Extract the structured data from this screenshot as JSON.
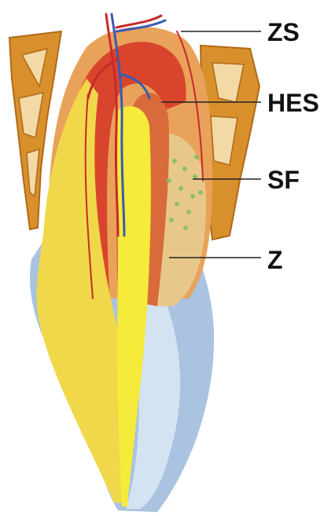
{
  "labels": [
    {
      "id": "zs",
      "text": "ZS"
    },
    {
      "id": "hes",
      "text": "HES"
    },
    {
      "id": "sf",
      "text": "SF"
    },
    {
      "id": "z",
      "text": "Z"
    }
  ],
  "colors": {
    "bone": "#d8902c",
    "bone_light": "#e8b04a",
    "dental_follicle": "#e9a25a",
    "papilla_red": "#d9452c",
    "pulp_yellow": "#f0d84a",
    "pulp_bright": "#f6ea3a",
    "enamel_blue": "#a9c3e0",
    "enamel_light": "#d3e3f2",
    "root_sheath": "#e8c88a",
    "vessel_red": "#c82a2a",
    "vessel_blue": "#3a5bb5",
    "fiber_green": "#8fbf6a"
  }
}
